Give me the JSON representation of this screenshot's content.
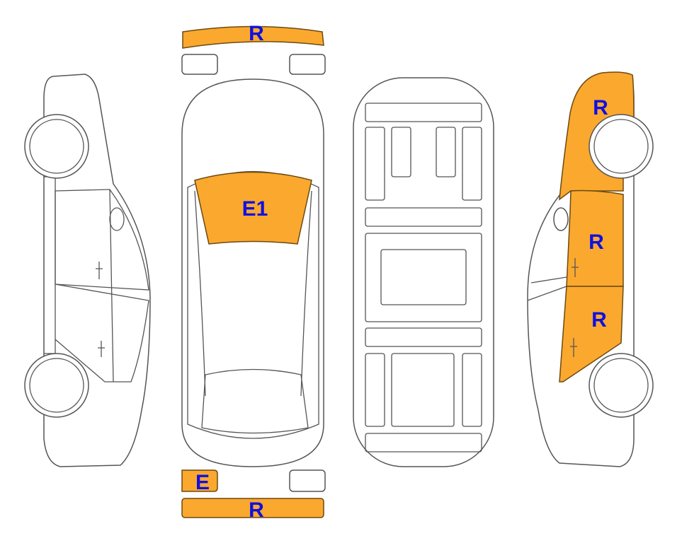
{
  "diagram": {
    "damage_color": "#FBA82F",
    "label_color": "#1010e0",
    "parts": [
      {
        "part": "front-bumper",
        "code": "R",
        "damaged": true
      },
      {
        "part": "windshield",
        "code": "E1",
        "damaged": true
      },
      {
        "part": "right-front-fender",
        "code": "R",
        "damaged": true
      },
      {
        "part": "right-front-door",
        "code": "R",
        "damaged": true
      },
      {
        "part": "right-rear-door",
        "code": "R",
        "damaged": true
      },
      {
        "part": "rear-left-light",
        "code": "E",
        "damaged": true
      },
      {
        "part": "rear-bumper",
        "code": "R",
        "damaged": true
      }
    ]
  }
}
